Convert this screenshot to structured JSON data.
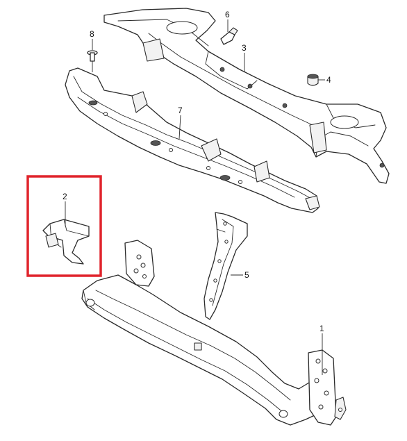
{
  "diagram": {
    "callouts": [
      "1",
      "2",
      "3",
      "4",
      "5",
      "6",
      "7",
      "8"
    ],
    "highlight_color": "#e0232b",
    "highlighted_part": "2"
  }
}
